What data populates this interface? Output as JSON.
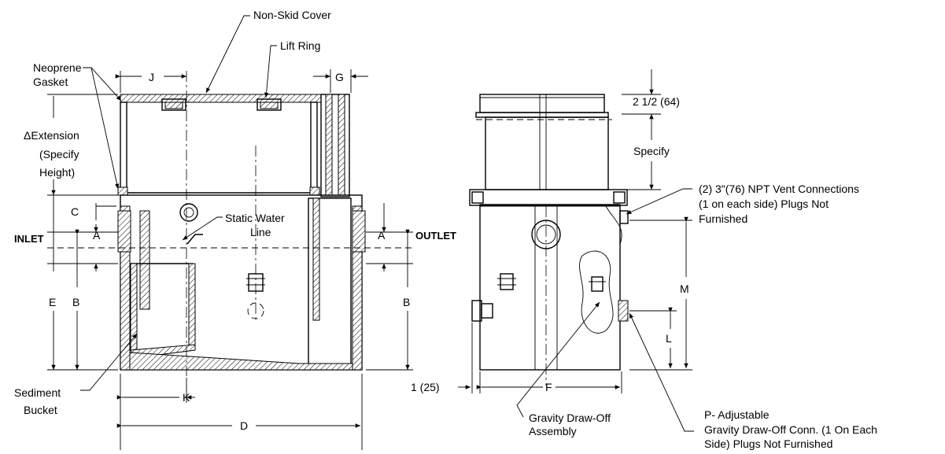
{
  "labels": {
    "non_skid_cover": "Non-Skid Cover",
    "lift_ring": "Lift Ring",
    "neoprene_gasket_1": "Neoprene",
    "neoprene_gasket_2": "Gasket",
    "extension_1": "ΔExtension",
    "extension_2": "(Specify",
    "extension_3": "Height)",
    "inlet": "INLET",
    "outlet": "OUTLET",
    "static_water_1": "Static Water",
    "static_water_2": "Line",
    "sediment_1": "Sediment",
    "sediment_2": "Bucket",
    "dim_2_5": "2 1/2 (64)",
    "specify": "Specify",
    "vent_1": "(2) 3\"(76) NPT Vent Connections",
    "vent_2": "(1 on each side) Plugs Not",
    "vent_3": "Furnished",
    "dim_1": "1 (25)",
    "gravity_1": "Gravity Draw-Off",
    "gravity_2": "Assembly",
    "p_adj_1": "P- Adjustable",
    "p_adj_2": "Gravity Draw-Off Conn. (1 On Each",
    "p_adj_3": "Side) Plugs Not Furnished"
  },
  "dimension_letters": {
    "J": "J",
    "G": "G",
    "C": "C",
    "A_left": "A",
    "A_right": "A",
    "E": "E",
    "B_left": "B",
    "B_right": "B",
    "K": "K",
    "D": "D",
    "F": "F",
    "M": "M",
    "L": "L"
  }
}
